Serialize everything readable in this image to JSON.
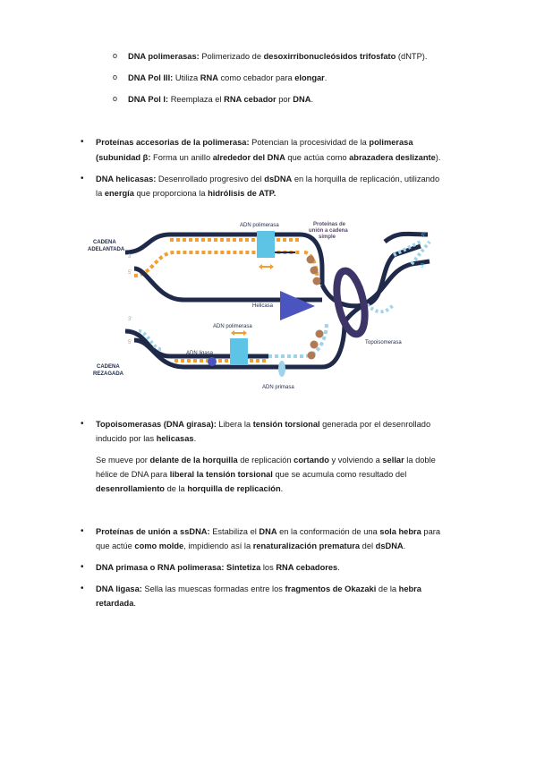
{
  "sub_list": [
    {
      "bold": "DNA polimerasas:",
      "rest_a": " Polimerizado de ",
      "bold2": "desoxirribonucleósidos trifosfato",
      "rest_b": " (dNTP)."
    },
    {
      "bold": "DNA Pol III:",
      "rest_a": " Utiliza ",
      "bold2": "RNA",
      "rest_b": " como cebador para ",
      "bold3": "elongar",
      "rest_c": "."
    },
    {
      "bold": "DNA Pol I:",
      "rest_a": " Reemplaza el ",
      "bold2": "RNA cebador",
      "rest_b": " por ",
      "bold3": "DNA",
      "rest_c": "."
    }
  ],
  "bullets_top": {
    "accesorias": {
      "l1_bold": "Proteínas accesorias de la polimerasa:",
      "l1_a": " Potencian la procesividad de la ",
      "l1_bold2": "polimerasa",
      "l2_bold": "(subunidad β:",
      "l2_a": " Forma un anillo ",
      "l2_bold2": "alrededor del DNA",
      "l2_b": " que actúa como ",
      "l2_bold3": "abrazadera deslizante",
      "l2_c": ")."
    },
    "helicasas": {
      "l1_bold": "DNA helicasas:",
      "l1_a": " Desenrollado progresivo del ",
      "l1_bold2": "dsDNA",
      "l1_b": " en la horquilla de replicación, utilizando",
      "l2_a": "la ",
      "l2_bold": "energía",
      "l2_b": " que proporciona la ",
      "l2_bold2": "hidrólisis de ATP."
    }
  },
  "diagram": {
    "label_leading": [
      "CADENA",
      "ADELANTADA"
    ],
    "label_lagging": [
      "CADENA",
      "REZAGADA"
    ],
    "label_pol_top": "ADN polimerasa",
    "label_ssb": [
      "Proteínas de",
      "unión a cadena",
      "simple"
    ],
    "label_helicasa": "Helicasa",
    "label_topo": "Topoisomerasa",
    "label_pol_bottom": "ADN polimerasa",
    "label_ligasa": "ADN ligasa",
    "label_primasa": "ADN primasa",
    "end_3_top": "3'",
    "end_5_top": "5'",
    "end_3_left_a": "3'",
    "end_5_left_a": "5'",
    "end_3_left_b": "3'",
    "end_5_left_b": "5'",
    "end_5_right": "5'",
    "colors": {
      "strand": "#1f2a4a",
      "orange": "#f0a030",
      "blue": "#9fd3ea",
      "pol": "#5ec4e6",
      "helicase": "#4a55c0",
      "topo": "#3d3568",
      "ssb": "#b07a55"
    }
  },
  "bullets_bottom": {
    "topo": {
      "l1_bold": "Topoisomerasas (DNA girasa):",
      "l1_a": " Libera la ",
      "l1_bold2": "tensión torsional",
      "l1_b": " generada por el desenrollado",
      "l2_a": "inducido por las ",
      "l2_bold": "helicasas",
      "l2_b": "."
    },
    "topo_para": {
      "l1_a": "Se mueve por ",
      "l1_bold": "delante de la horquilla",
      "l1_b": " de replicación ",
      "l1_bold2": "cortando",
      "l1_c": " y volviendo a ",
      "l1_bold3": "sellar",
      "l1_d": " la doble",
      "l2_a": "hélice de DNA para ",
      "l2_bold": "liberal la tensión torsional",
      "l2_b": " que se acumula como resultado del",
      "l3_bold": "desenrollamiento",
      "l3_a": " de la ",
      "l3_bold2": "horquilla de replicación",
      "l3_b": "."
    },
    "ssb": {
      "l1_bold": "Proteínas de unión a ssDNA:",
      "l1_a": " Estabiliza el ",
      "l1_bold2": "DNA",
      "l1_b": " en la conformación de una ",
      "l1_bold3": "sola hebra",
      "l1_c": " para",
      "l2_a": "que actúe ",
      "l2_bold": "como molde",
      "l2_b": ", impidiendo así la ",
      "l2_bold2": "renaturalización prematura",
      "l2_c": " del ",
      "l2_bold3": "dsDNA",
      "l2_d": "."
    },
    "primasa": {
      "l1_bold": "DNA primasa o RNA polimerasa:",
      "l1_a": " ",
      "l1_bold2": "Sintetiza",
      "l1_b": " los ",
      "l1_bold3": "RNA cebadores",
      "l1_c": "."
    },
    "ligasa": {
      "l1_bold": "DNA ligasa:",
      "l1_a": " Sella las muescas formadas entre los ",
      "l1_bold2": "fragmentos de Okazaki",
      "l1_b": " de la ",
      "l1_bold3": "hebra",
      "l2_bold": "retardada",
      "l2_a": "."
    }
  }
}
